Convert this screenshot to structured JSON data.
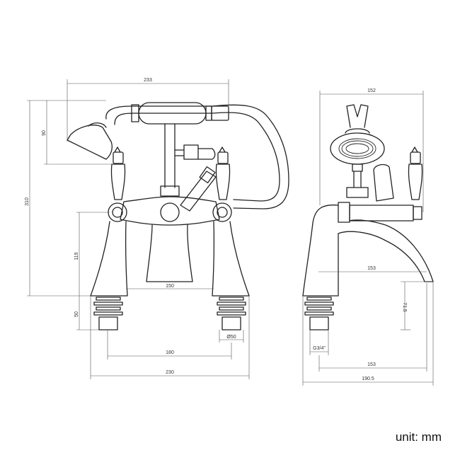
{
  "dimensions": {
    "front_total_width": "233",
    "handset_height": "90",
    "total_height": "310",
    "body_height": "119",
    "tail_height": "50",
    "spout_width": "150",
    "tail_diameter": "Ø50",
    "centres": "180",
    "base_width": "230",
    "side_top_width": "152",
    "spout_reach": "153",
    "spout_height": "71.5",
    "thread": "G3/4\"",
    "reach_from_tail": "153",
    "side_total_depth": "190.5"
  },
  "unit_label": "unit: mm",
  "colors": {
    "line": "#222222",
    "dimension": "#555555"
  }
}
